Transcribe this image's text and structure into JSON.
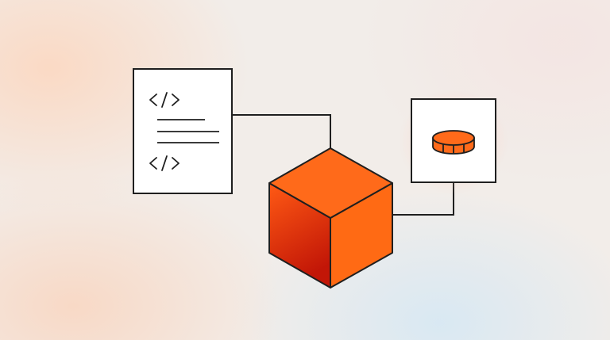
{
  "diagram": {
    "nodes": [
      {
        "id": "code-document",
        "kind": "document",
        "icon": "code-document-icon"
      },
      {
        "id": "block",
        "kind": "cube",
        "icon": "cube-icon"
      },
      {
        "id": "token",
        "kind": "coin",
        "icon": "coin-icon"
      }
    ],
    "edges": [
      {
        "from": "code-document",
        "to": "block"
      },
      {
        "from": "block",
        "to": "token"
      }
    ]
  },
  "colors": {
    "cube_top": "#ff6a1a",
    "cube_right": "#ff6a14",
    "cube_left_top": "#ff5a14",
    "cube_left_bottom": "#c21607",
    "coin": "#ff6a1a",
    "stroke": "#1f1f1f",
    "card_fill": "#ffffff"
  }
}
